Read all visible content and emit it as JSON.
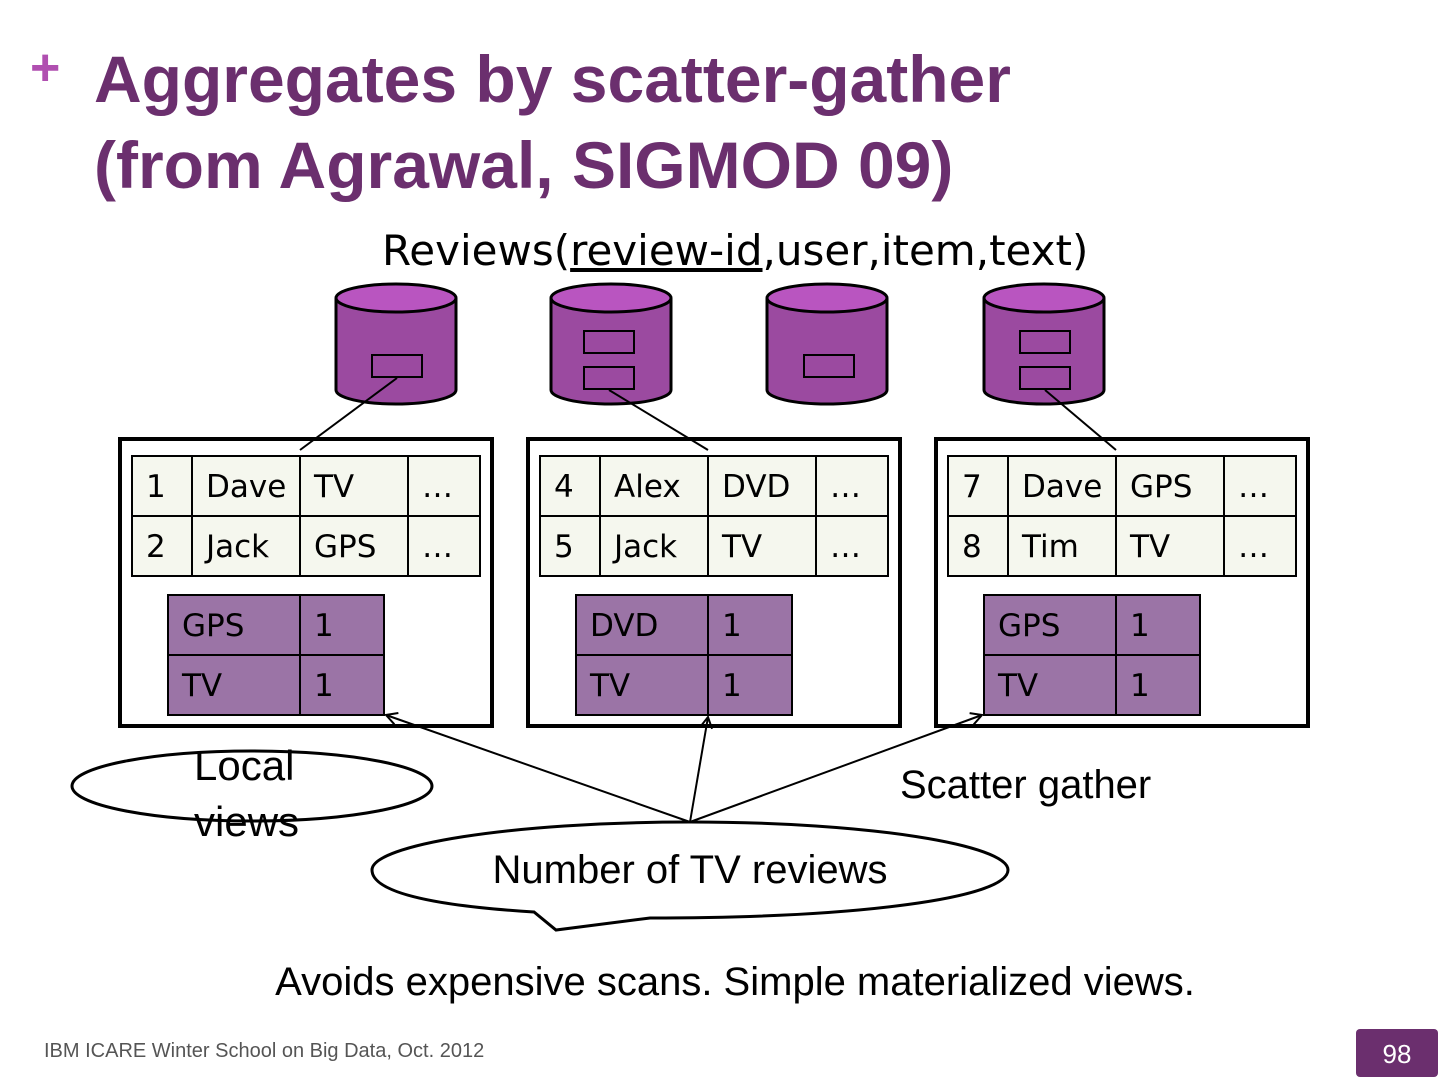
{
  "slide": {
    "plus": "+",
    "title_line1": "Aggregates by scatter-gather",
    "title_line2": "(from Agrawal, SIGMOD 09)",
    "schema_prefix": "Reviews(",
    "schema_key": "review-id",
    "schema_suffix": ",user,item,text)",
    "local_views_label": "Local views",
    "scatter_gather_label": "Scatter gather",
    "callout_label": "Number of TV reviews",
    "bottom_note": "Avoids expensive scans.  Simple materialized views.",
    "footer": "IBM ICARE Winter School on Big Data, Oct. 2012",
    "page_number": "98"
  },
  "colors": {
    "title": "#6b2f6e",
    "cylinder": "#9b4aa0",
    "cylinder_top": "#b955c0",
    "review_table_bg": "#f5f7ee",
    "view_table_bg": "#9b74a6"
  },
  "partitions": [
    {
      "reviews": [
        [
          "1",
          "Dave",
          "TV",
          "…"
        ],
        [
          "2",
          "Jack",
          "GPS",
          "…"
        ]
      ],
      "view": [
        [
          "GPS",
          "1"
        ],
        [
          "TV",
          "1"
        ]
      ]
    },
    {
      "reviews": [
        [
          "4",
          "Alex",
          "DVD",
          "…"
        ],
        [
          "5",
          "Jack",
          "TV",
          "…"
        ]
      ],
      "view": [
        [
          "DVD",
          "1"
        ],
        [
          "TV",
          "1"
        ]
      ]
    },
    {
      "reviews": [
        [
          "7",
          "Dave",
          "GPS",
          "…"
        ],
        [
          "8",
          "Tim",
          "TV",
          "…"
        ]
      ],
      "view": [
        [
          "GPS",
          "1"
        ],
        [
          "TV",
          "1"
        ]
      ]
    }
  ]
}
